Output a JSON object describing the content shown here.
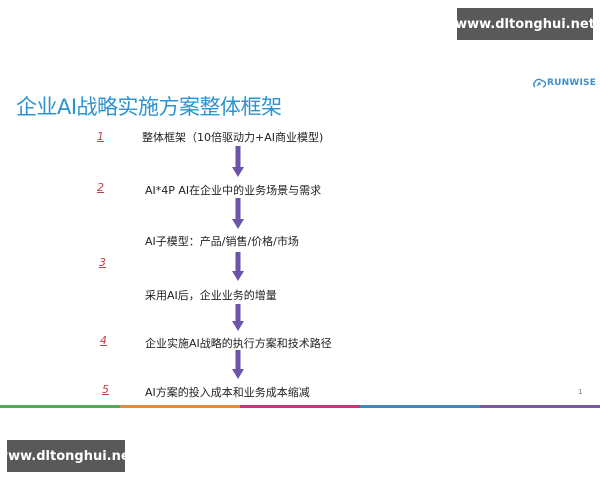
{
  "watermarks": {
    "top": "www.dltonghui.net",
    "bottom": "www.dltonghui.net"
  },
  "logo": {
    "text": "RUNWISE",
    "icon": "cloud-arrow-icon",
    "color": "#3a8fd0"
  },
  "slide": {
    "title": "企业AI战略实施方案整体框架",
    "title_color": "#2c93d1",
    "page_number": "1",
    "steps": [
      {
        "num": "1",
        "text": "整体框架（10倍驱动力+AI商业模型)"
      },
      {
        "num": "2",
        "text": "AI*4P AI在企业中的业务场景与需求"
      },
      {
        "num": "",
        "text": "AI子模型：产品/销售/价格/市场"
      },
      {
        "num": "3",
        "text": ""
      },
      {
        "num": "",
        "text": "采用AI后，企业业务的增量"
      },
      {
        "num": "4",
        "text": "企业实施AI战略的执行方案和技术路径"
      },
      {
        "num": "5",
        "text": "AI方案的投入成本和业务成本缩减"
      }
    ],
    "arrow_color": "#6a55a8",
    "number_color": "#c0404a",
    "footer_colors": [
      "#4caf50",
      "#e08a3c",
      "#c8357a",
      "#3f86c4",
      "#7a5aa8"
    ]
  }
}
